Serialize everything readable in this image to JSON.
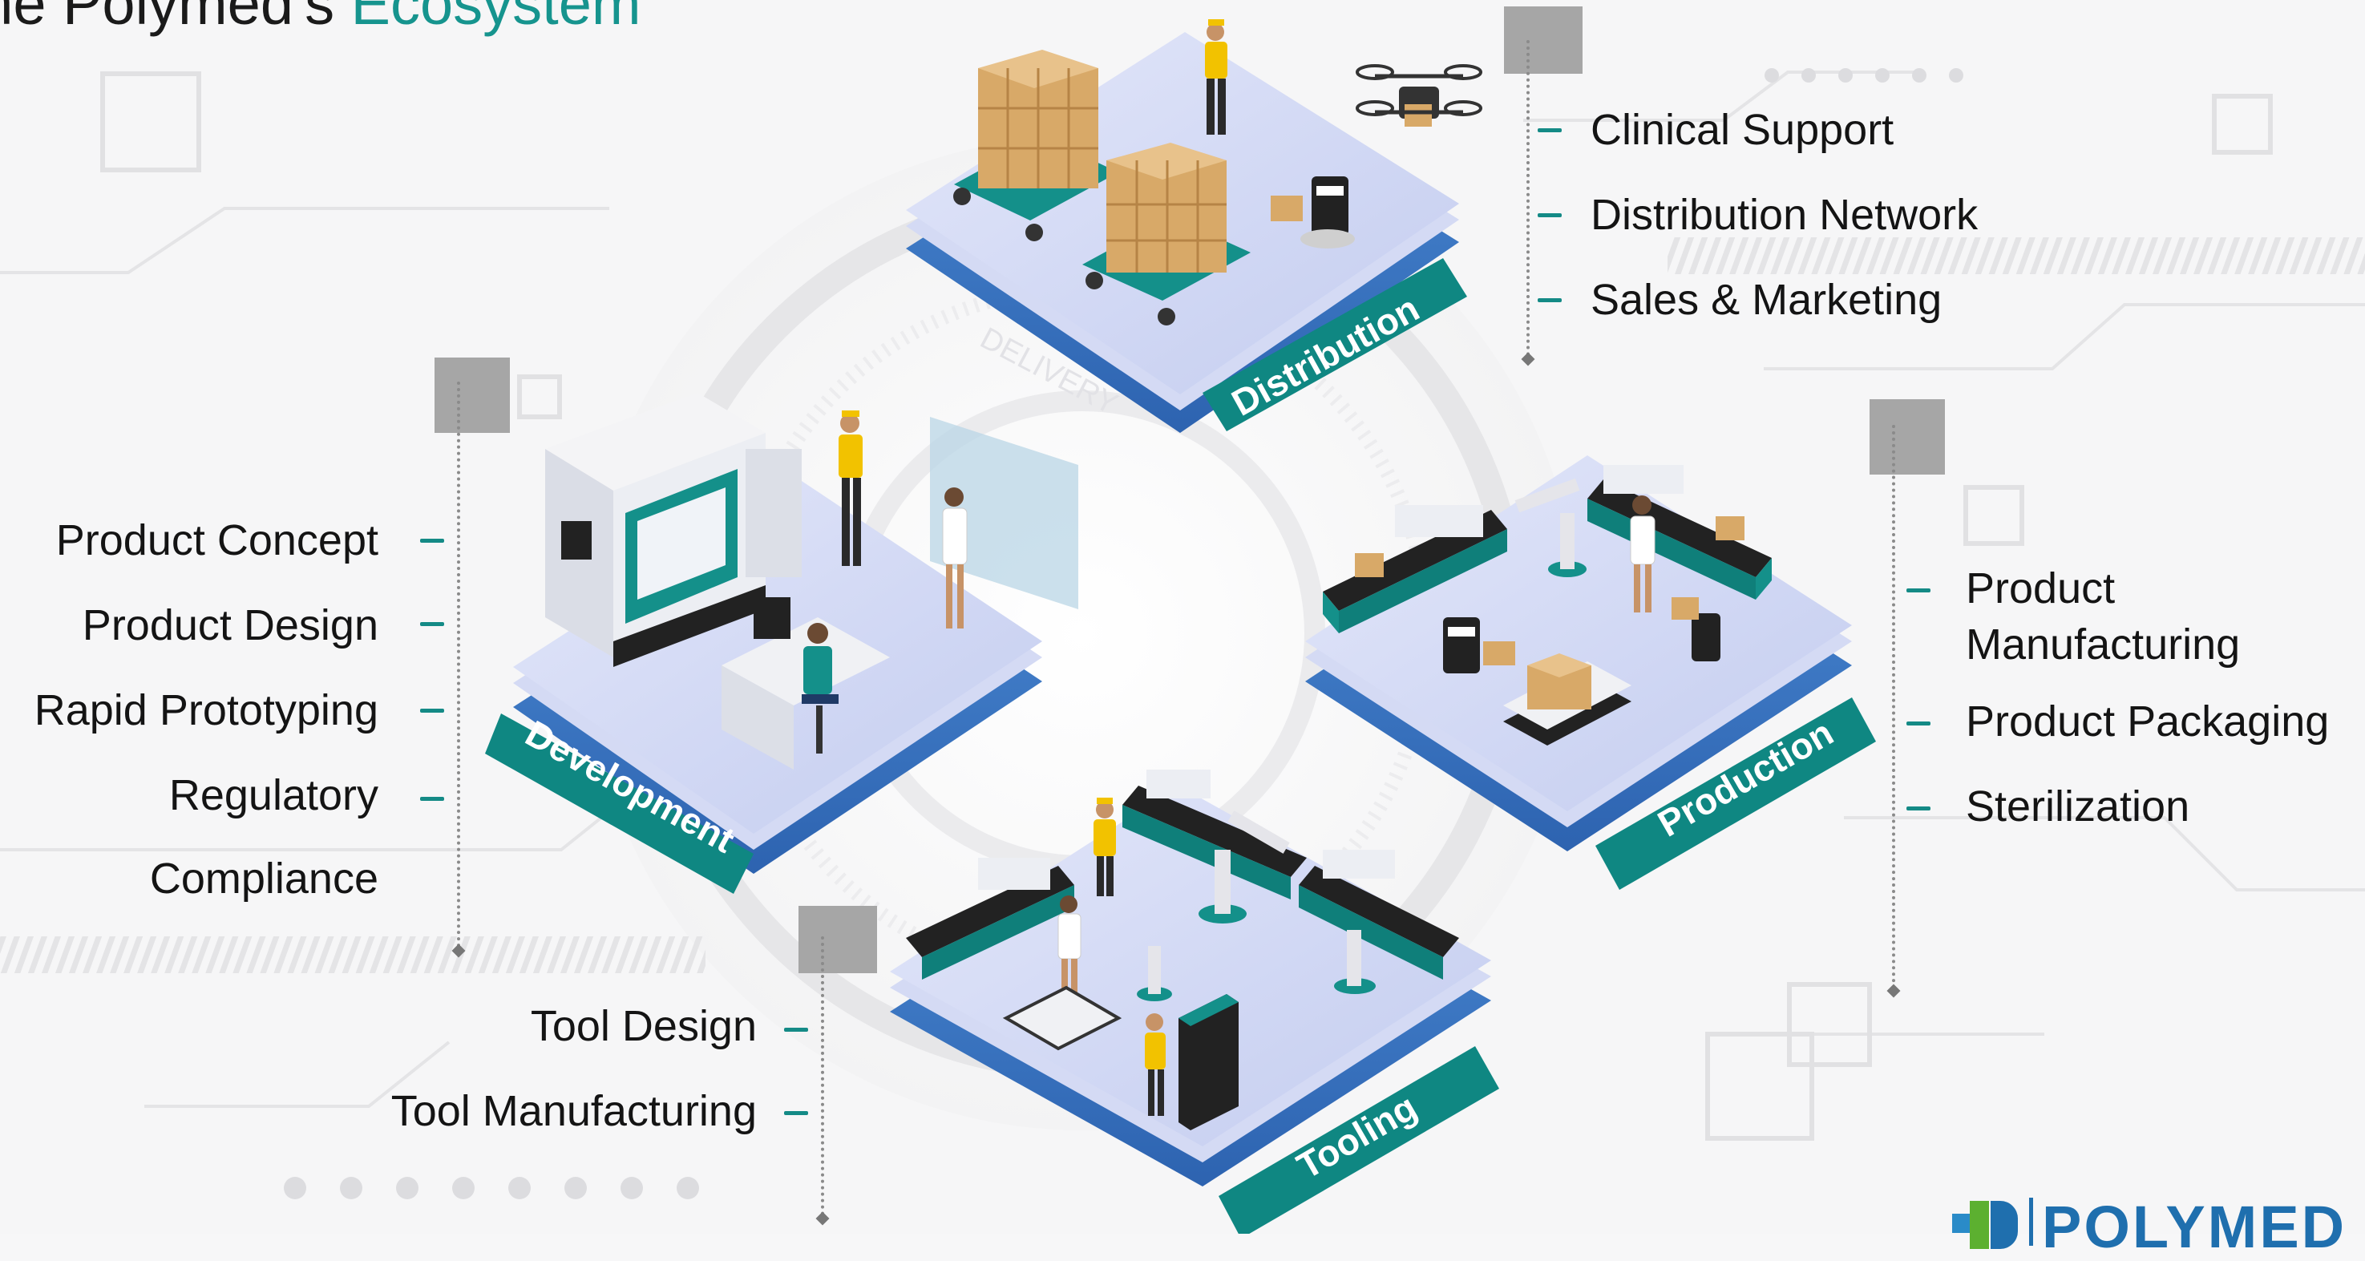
{
  "title": {
    "prefix": "The Polymed's ",
    "accent": "Ecosystem"
  },
  "hubs": [
    {
      "name": "Distribution",
      "items": [
        "Clinical Support",
        "Distribution Network",
        "Sales & Marketing"
      ]
    },
    {
      "name": "Development",
      "items": [
        "Product Concept",
        "Product Design",
        "Rapid Prototyping",
        "Regulatory Compliance"
      ]
    },
    {
      "name": "Production",
      "items": [
        "Product Manufacturing",
        "Product Packaging",
        "Sterilization"
      ]
    },
    {
      "name": "Tooling",
      "items": [
        "Tool Design",
        "Tool Manufacturing"
      ]
    }
  ],
  "labels": {
    "development": [
      "Product Concept",
      "Product Design",
      "Rapid Prototyping",
      "Regulatory",
      "Compliance"
    ],
    "production": [
      "Product",
      "Manufacturing",
      "Product Packaging",
      "Sterilization"
    ]
  },
  "decor": {
    "delivery_text": "DELIVERY"
  },
  "logo": {
    "text": "POLYMED"
  },
  "colors": {
    "accent": "#16948e",
    "platform": "#cfd6f2",
    "platform_side": "#3d7ecb",
    "banner": "#0f8782",
    "logo": "#1f6fae"
  }
}
